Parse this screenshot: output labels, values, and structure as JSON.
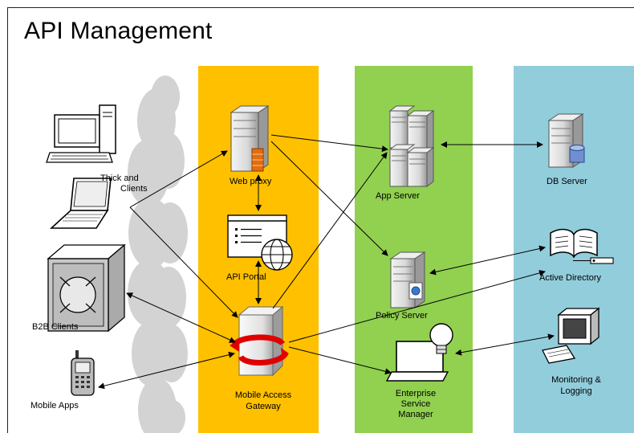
{
  "title": "API Management",
  "nodes": {
    "thick_client": "Thick and",
    "thick_client_2": "Clients",
    "web_proxy": "Web proxy",
    "api_portal": "API Portal",
    "b2b_clients": "B2B Clients",
    "mobile_apps": "Mobile Apps",
    "gateway_1": "Mobile Access",
    "gateway_2": "Gateway",
    "app_server": "App Server",
    "policy_server": "Policy Server",
    "esm_1": "Enterprise",
    "esm_2": "Service",
    "esm_3": "Manager",
    "db_server": "DB Server",
    "active_directory": "Active Directory",
    "monitoring_1": "Monitoring &",
    "monitoring_2": "Logging"
  },
  "colors": {
    "gateway_lane": "#FFC000",
    "app_lane": "#92D050",
    "data_lane": "#92CDDC",
    "cloud": "#D0D0D0"
  }
}
